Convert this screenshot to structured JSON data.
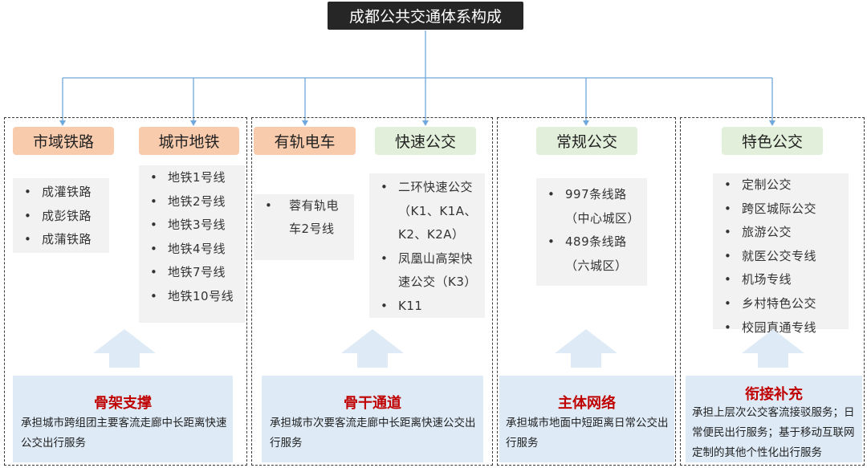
{
  "title": "成都公共交通体系构成",
  "groups": [
    {
      "columns": [
        {
          "header": "市域铁路",
          "items": [
            "成灌铁路",
            "成彭铁路",
            "成蒲铁路"
          ]
        },
        {
          "header": "城市地铁",
          "items": [
            "地铁1号线",
            "地铁2号线",
            "地铁3号线",
            "地铁4号线",
            "地铁7号线",
            "地铁10号线"
          ]
        }
      ],
      "role": "骨架支撑",
      "desc": "承担城市跨组团主要客流走廊中长距离快速公交出行服务"
    },
    {
      "columns": [
        {
          "header": "有轨电车",
          "items": [
            "蓉有轨电车2号线"
          ]
        },
        {
          "header": "快速公交",
          "items": [
            "二环快速公交（K1、K1A、K2、K2A）",
            "凤凰山高架快速公交（K3）",
            "K11"
          ]
        }
      ],
      "role": "骨干通道",
      "desc": "承担城市次要客流走廊中长距离快速公交出行服务"
    },
    {
      "columns": [
        {
          "header": "常规公交",
          "items": [
            "997条线路（中心城区）",
            "489条线路（六城区）"
          ]
        }
      ],
      "role": "主体网络",
      "desc": "承担城市地面中短距离日常公交出行服务"
    },
    {
      "columns": [
        {
          "header": "特色公交",
          "items": [
            "定制公交",
            "跨区城际公交",
            "旅游公交",
            "就医公交专线",
            "机场专线",
            "乡村特色公交",
            "校园直通专线"
          ]
        }
      ],
      "role": "衔接补充",
      "desc": "承担上层次公交客流接驳服务；日常便民出行服务；基于移动互联网定制的其他个性化出行服务"
    }
  ],
  "colors": {
    "title_bg": "#262626",
    "header_orange": "#f8cbad",
    "header_green": "#e2efda",
    "list_bg": "#f2f2f2",
    "bottom_bg": "#deebf7",
    "role_text": "#c00000",
    "connector": "#6fa8dc",
    "arrow": "#deebf7"
  }
}
